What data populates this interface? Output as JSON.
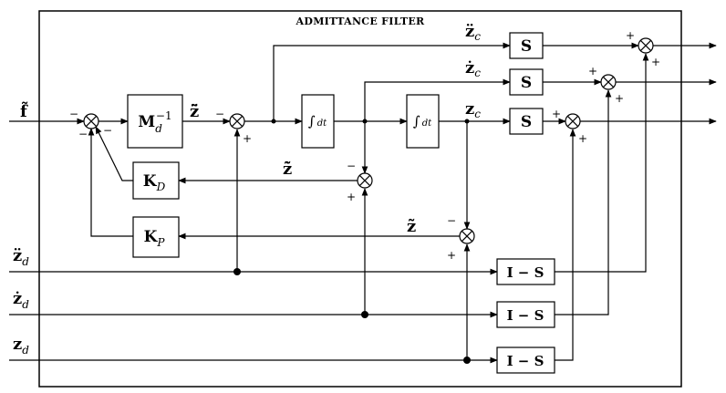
{
  "title": "ADMITTANCE FILTER",
  "blocks": {
    "mass_inverse": {
      "main": "M",
      "sub": "d",
      "sup": "−1"
    },
    "integrator": {
      "symbol": "∫",
      "var": "dt"
    },
    "selection": "S",
    "complement": "I − S",
    "damping": {
      "main": "K",
      "sub": "D"
    },
    "stiffness": {
      "main": "K",
      "sub": "P"
    }
  },
  "signals": {
    "force": "f̃",
    "accel_error": "z̃̈",
    "vel_error": "z̃̇",
    "pos_error": "z̃",
    "accel_cmd": {
      "main": "z̈",
      "sub": "c"
    },
    "vel_cmd": {
      "main": "ż",
      "sub": "c"
    },
    "pos_cmd": {
      "main": "z",
      "sub": "c"
    },
    "accel_des": {
      "main": "z̈",
      "sub": "d"
    },
    "vel_des": {
      "main": "ż",
      "sub": "d"
    },
    "pos_des": {
      "main": "z",
      "sub": "d"
    }
  },
  "signs": {
    "plus": "+",
    "minus": "−"
  }
}
